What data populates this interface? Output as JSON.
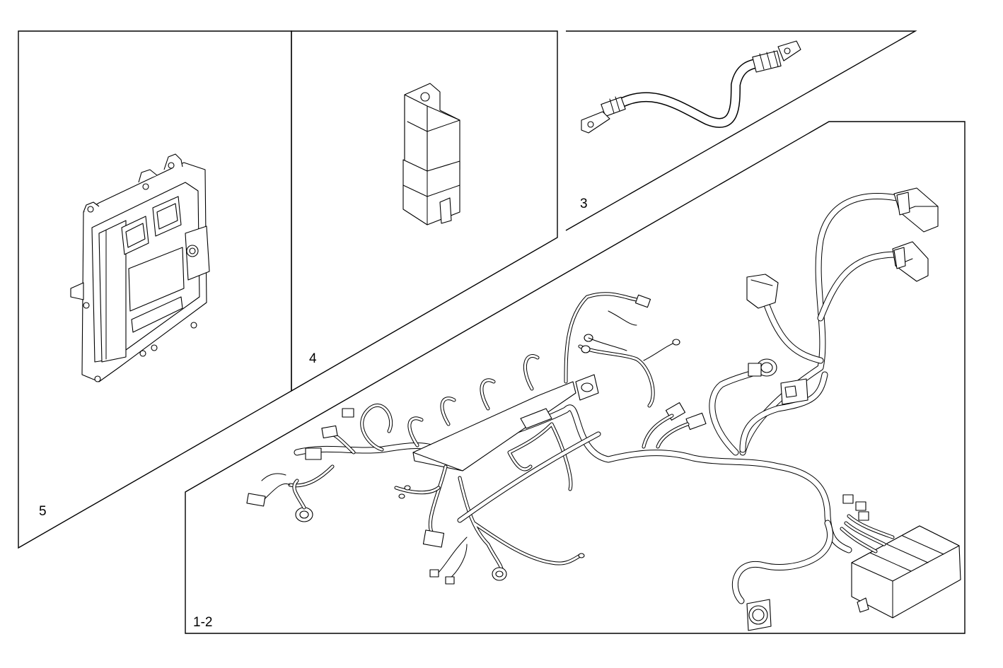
{
  "diagram": {
    "panels": [
      {
        "id": "panel-5",
        "label": "5",
        "part": "electronic-control-unit"
      },
      {
        "id": "panel-4",
        "label": "4",
        "part": "relay"
      },
      {
        "id": "panel-3",
        "label": "3",
        "part": "battery-cable"
      },
      {
        "id": "panel-1-2",
        "label": "1-2",
        "part": "engine-wiring-harness"
      }
    ],
    "colors": {
      "line": "#000000",
      "background": "#ffffff"
    }
  }
}
